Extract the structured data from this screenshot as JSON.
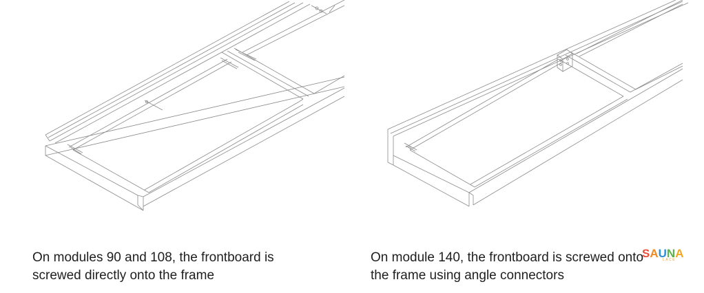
{
  "captions": {
    "left": {
      "line1": "On modules 90 and 108, the frontboard is",
      "line2": "screwed directly onto the frame"
    },
    "right": {
      "line1": "On module 140, the frontboard is screwed onto",
      "line2": "the frame using angle connectors"
    }
  },
  "logo": {
    "letters": [
      "S",
      "A",
      "U",
      "N",
      "A"
    ],
    "sub": "LACE"
  },
  "colors": {
    "linework": "#8a8a8a",
    "caption_text": "#1e1e1e"
  }
}
